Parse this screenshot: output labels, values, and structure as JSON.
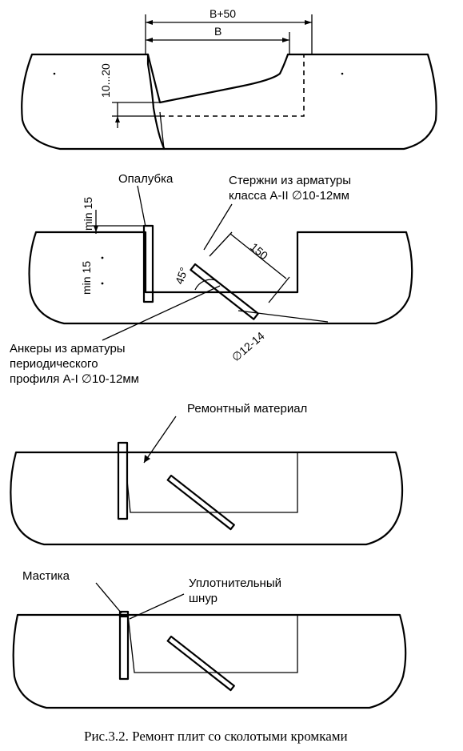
{
  "caption": "Рис.3.2. Ремонт плит со сколотыми кромками",
  "step1": {
    "dim_outer": "В+50",
    "dim_inner": "В",
    "dim_depth": "10...20"
  },
  "step2": {
    "formwork_label": "Опалубка",
    "rods_label_line1": "Стержни из арматуры",
    "rods_label_line2": "класса А-II ∅10-12мм",
    "dim_top_gap": "min 15",
    "dim_side": "min 15",
    "angle": "45°",
    "rod_length": "150",
    "hole_diameter": "∅12-14",
    "anchors_label_line1": "Анкеры из арматуры",
    "anchors_label_line2": "периодического",
    "anchors_label_line3": "профиля А-I ∅10-12мм"
  },
  "step3": {
    "repair_label": "Ремонтный материал"
  },
  "step4": {
    "mastic_label": "Мастика",
    "cord_label_line1": "Уплотнительный",
    "cord_label_line2": "шнур"
  }
}
